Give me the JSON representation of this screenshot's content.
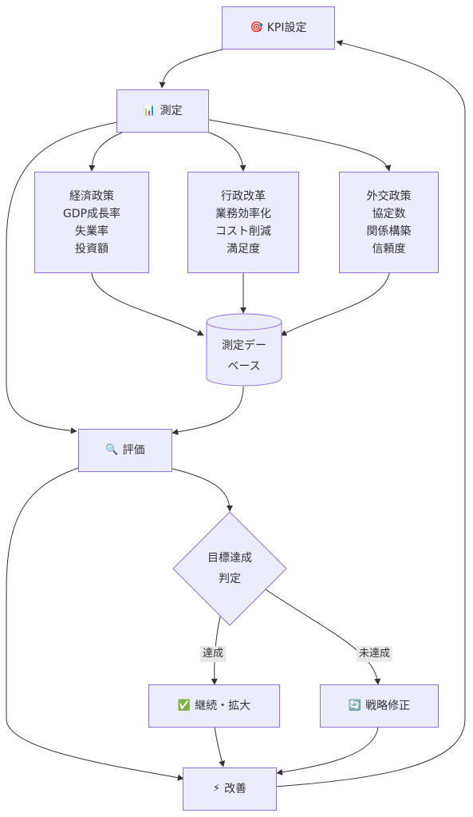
{
  "nodes": {
    "kpi": {
      "icon": "🎯",
      "label": "KPI設定"
    },
    "measure": {
      "icon": "📊",
      "label": "測定"
    },
    "econ": {
      "lines": [
        "経済政策",
        "GDP成長率",
        "失業率",
        "投資額"
      ]
    },
    "admin": {
      "lines": [
        "行政改革",
        "業務効率化",
        "コスト削減",
        "満足度"
      ]
    },
    "foreign": {
      "lines": [
        "外交政策",
        "協定数",
        "関係構築",
        "信頼度"
      ]
    },
    "db": {
      "lines": [
        "測定デー",
        "ベース"
      ]
    },
    "eval": {
      "icon": "🔍",
      "label": "評価"
    },
    "judge": {
      "lines": [
        "目標達成",
        "判定"
      ]
    },
    "cont": {
      "icon": "✅",
      "label": "継続・拡大"
    },
    "fix": {
      "icon": "🔄",
      "label": "戦略修正"
    },
    "improve": {
      "icon": "⚡",
      "label": "改善"
    }
  },
  "edge_labels": {
    "achieved": "達成",
    "not_achieved": "未達成"
  },
  "colors": {
    "node_fill": "#ececff",
    "node_stroke": "#9370db",
    "edge": "#333333",
    "edge_label_bg": "#e8e8e8"
  }
}
